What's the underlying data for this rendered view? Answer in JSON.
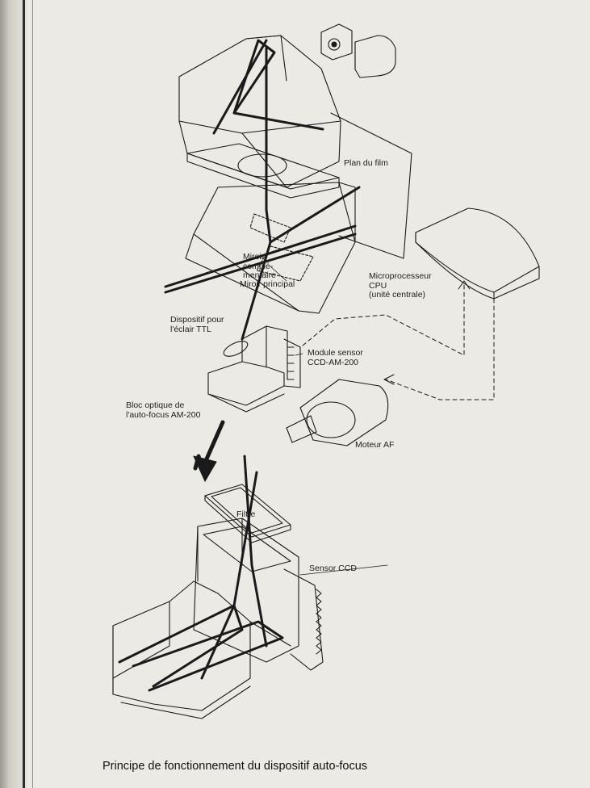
{
  "labels": {
    "plan_du_film": "Plan du film",
    "miroir_complementaire": "Miroir\ncomplé-\nmentaire",
    "miroir_principal": "Miroir principal",
    "microprocesseur": "Microprocesseur\nCPU\n(unité centrale)",
    "dispositif_eclair": "Dispositif pour\nl'éclair TTL",
    "module_sensor": "Module sensor\nCCD-AM-200",
    "bloc_optique": "Bloc optique de\nl'auto-focus AM-200",
    "moteur_af": "Moteur AF",
    "filtre": "Filtre",
    "sensor_ccd": "Sensor CCD"
  },
  "caption": "Principe de fonctionnement du dispositif auto-focus",
  "colors": {
    "paper": "#eceae4",
    "ink": "#1a1a1a"
  }
}
